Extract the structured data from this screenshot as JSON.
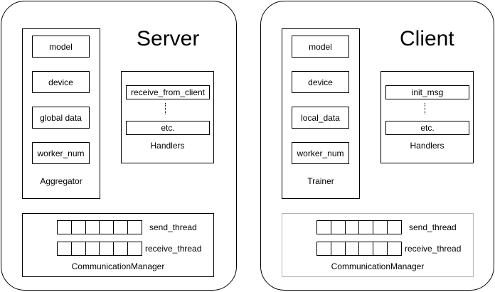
{
  "server": {
    "title": "Server",
    "aggregator": {
      "label": "Aggregator",
      "items": [
        "model",
        "device",
        "global data",
        "worker_num"
      ]
    },
    "handlers": {
      "label": "Handlers",
      "first": "receive_from_client",
      "last": "etc."
    },
    "comm": {
      "label": "CommunicationManager",
      "send": "send_thread",
      "receive": "receive_thread",
      "queue_cells": 6
    }
  },
  "client": {
    "title": "Client",
    "trainer": {
      "label": "Trainer",
      "items": [
        "model",
        "device",
        "local_data",
        "worker_num"
      ]
    },
    "handlers": {
      "label": "Handlers",
      "first": "init_msg",
      "last": "etc."
    },
    "comm": {
      "label": "CommunicationManager",
      "send": "send_thread",
      "receive": "receive_thread",
      "queue_cells": 6
    }
  }
}
